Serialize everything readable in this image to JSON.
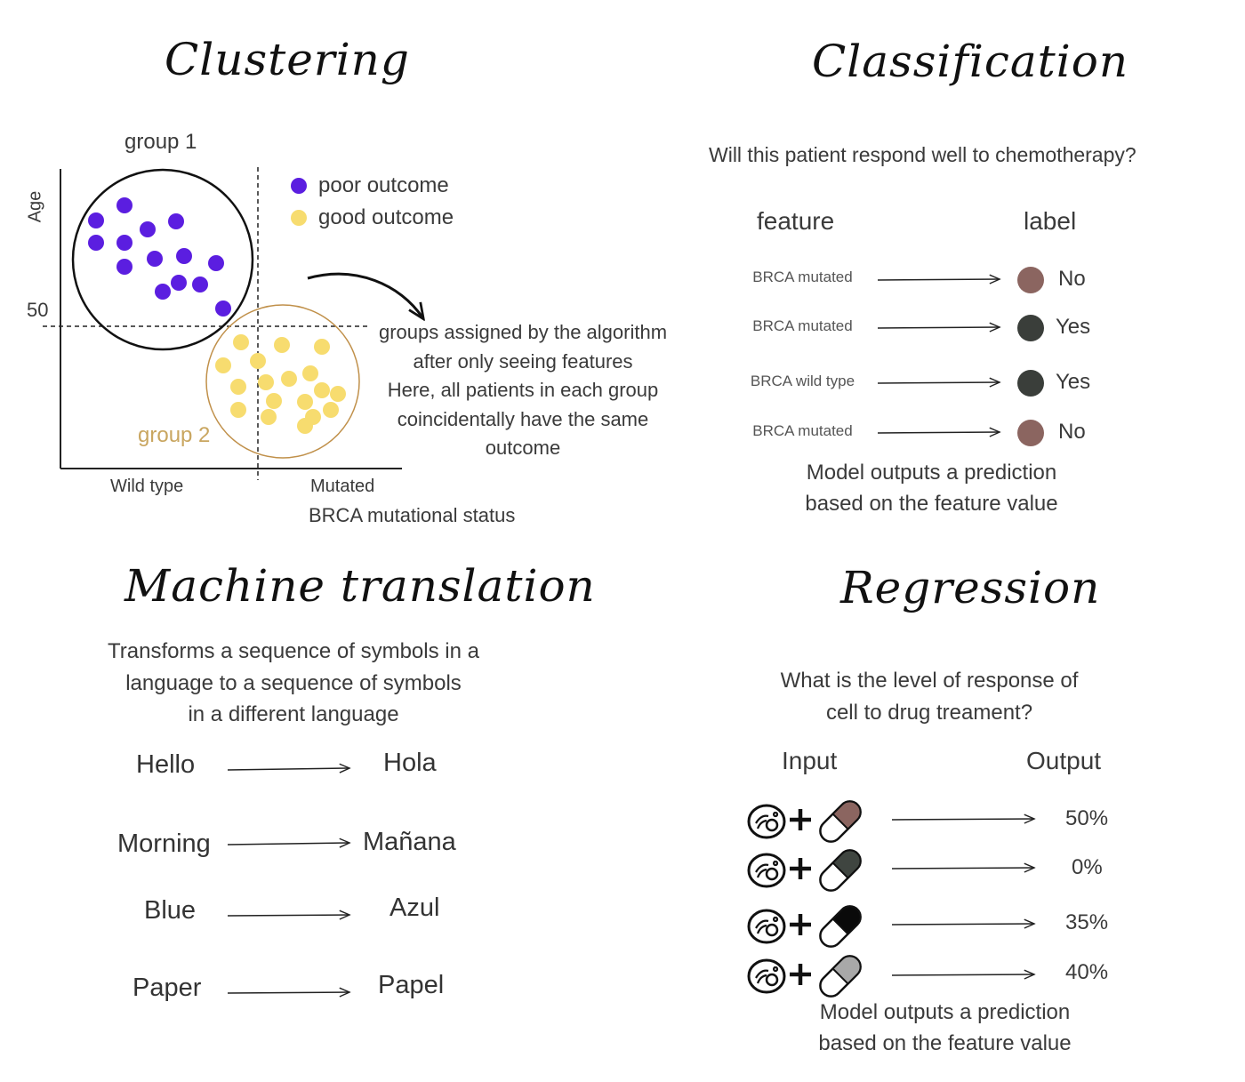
{
  "clustering": {
    "title": "Clustering",
    "group1_label": "group 1",
    "group2_label": "group 2",
    "y_axis_label": "Age",
    "y_tick": "50",
    "x_tick_left": "Wild type",
    "x_tick_right": "Mutated",
    "x_axis_label": "BRCA mutational status",
    "legend": [
      {
        "label": "poor outcome",
        "color": "#5b1ee0"
      },
      {
        "label": "good outcome",
        "color": "#f7dc6f"
      }
    ],
    "annotation": [
      "groups assigned by the algorithm",
      "after only seeing features",
      "Here, all patients in each group",
      "coincidentally have the same",
      "outcome"
    ],
    "colors": {
      "poor": "#5b1ee0",
      "good": "#f7dc6f",
      "group2_circle": "#c0904a"
    }
  },
  "classification": {
    "title": "Classification",
    "question": "Will this patient respond well to chemotherapy?",
    "feature_header": "feature",
    "label_header": "label",
    "rows": [
      {
        "feature": "BRCA mutated",
        "label": "No",
        "color": "#8b6560"
      },
      {
        "feature": "BRCA mutated",
        "label": "Yes",
        "color": "#3a3e3a"
      },
      {
        "feature": "BRCA wild type",
        "label": "Yes",
        "color": "#3a3e3a"
      },
      {
        "feature": "BRCA mutated",
        "label": "No",
        "color": "#8b6560"
      }
    ],
    "caption": [
      "Model outputs a prediction",
      "based on the feature value"
    ]
  },
  "translation": {
    "title": "Machine translation",
    "description": [
      "Transforms a sequence of symbols in a",
      "language to a sequence of symbols",
      "in a different language"
    ],
    "pairs": [
      {
        "source": "Hello",
        "target": "Hola"
      },
      {
        "source": "Morning",
        "target": "Mañana"
      },
      {
        "source": "Blue",
        "target": "Azul"
      },
      {
        "source": "Paper",
        "target": "Papel"
      }
    ]
  },
  "regression": {
    "title": "Regression",
    "question": [
      "What is the level of response of",
      "cell to drug treament?"
    ],
    "input_header": "Input",
    "output_header": "Output",
    "rows": [
      {
        "output": "50%",
        "pill_color": "#8b6560"
      },
      {
        "output": "0%",
        "pill_color": "#3f4540"
      },
      {
        "output": "35%",
        "pill_color": "#0a0a0a"
      },
      {
        "output": "40%",
        "pill_color": "#a8a8a8"
      }
    ],
    "caption": [
      "Model outputs a prediction",
      "based on the feature value"
    ]
  }
}
